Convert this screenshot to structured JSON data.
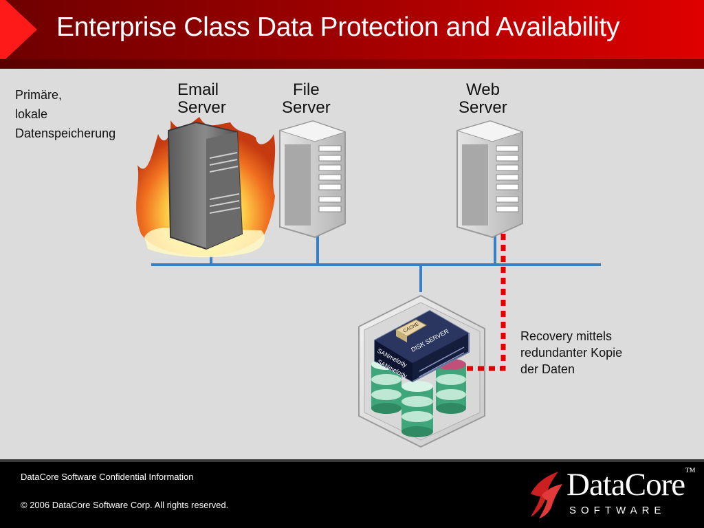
{
  "slide": {
    "title": "Enterprise Class Data Protection and Availability"
  },
  "diagram": {
    "primary_storage": [
      "Primäre,",
      "lokale",
      "Datenspeicherung"
    ],
    "servers": [
      {
        "line1": "Email",
        "line2": "Server",
        "status": "on-fire"
      },
      {
        "line1": "File",
        "line2": "Server",
        "status": "ok"
      },
      {
        "line1": "Web",
        "line2": "Server",
        "status": "ok"
      }
    ],
    "recovery": [
      "Recovery mittels",
      "redundanter Kopie",
      "der Daten"
    ],
    "disk_server": {
      "labels": [
        "CACHE",
        "DISK SERVER",
        "SANmelody",
        "SANmelody"
      ]
    },
    "colors": {
      "network": "#3a7fc1",
      "recovery_path": "#e00000",
      "fire": "#f07020",
      "disks": "#3fa57a"
    }
  },
  "footer": {
    "confidential": "DataCore Software Confidential Information",
    "copyright": "© 2006  DataCore Software Corp. All rights reserved."
  },
  "logo": {
    "name": "DataCore",
    "trademark": "™",
    "subtitle": "SOFTWARE"
  }
}
